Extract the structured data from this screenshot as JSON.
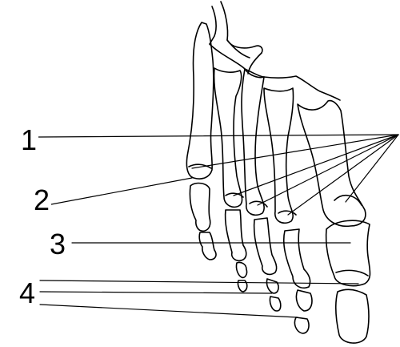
{
  "diagram": {
    "callouts": [
      {
        "id": "1",
        "text": "1"
      },
      {
        "id": "2",
        "text": "2"
      },
      {
        "id": "3",
        "text": "3"
      },
      {
        "id": "4",
        "text": "4"
      }
    ],
    "colors": {
      "line": "#000000",
      "background": "#ffffff"
    }
  }
}
